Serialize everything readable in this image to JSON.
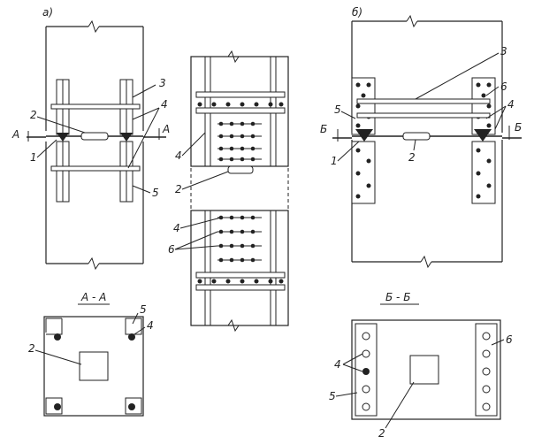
{
  "view_labels": {
    "a": "а)",
    "b": "б)"
  },
  "section_labels": {
    "a_a": "А - А",
    "b_b": "Б - Б"
  },
  "cut_marks": {
    "a": "А",
    "b": "Б"
  },
  "callouts": {
    "n1": "1",
    "n2": "2",
    "n3": "3",
    "n4": "4",
    "n5": "5",
    "n6": "6"
  }
}
